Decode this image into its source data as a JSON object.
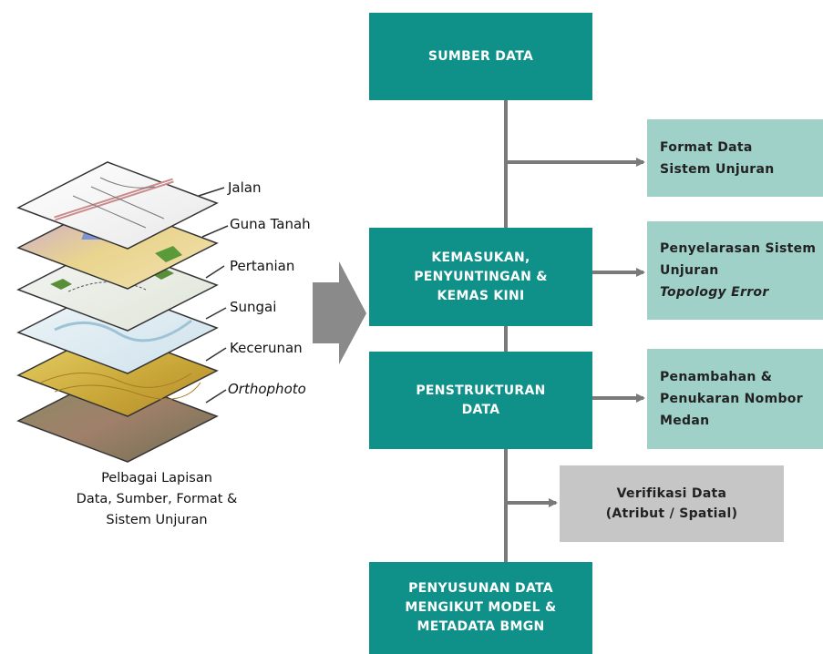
{
  "layers": {
    "labels": [
      "Jalan",
      "Guna Tanah",
      "Pertanian",
      "Sungai",
      "Kecerunan",
      "Orthophoto"
    ],
    "caption": [
      "Pelbagai Lapisan",
      "Data, Sumber, Format &",
      "Sistem Unjuran"
    ]
  },
  "flow": {
    "sumber": "SUMBER DATA",
    "kemasukan": [
      "KEMASUKAN,",
      "PENYUNTINGAN &",
      "KEMAS KINI"
    ],
    "penstrukturan": [
      "PENSTRUKTURAN",
      "DATA"
    ],
    "penyusunan": [
      "PENYUSUNAN DATA",
      "MENGIKUT MODEL &",
      "METADATA BMGN"
    ]
  },
  "side": {
    "format": [
      "Format Data",
      "Sistem Unjuran"
    ],
    "penyelarasan": [
      "Penyelarasan Sistem",
      "Unjuran",
      "Topology Error"
    ],
    "penambahan": [
      "Penambahan &",
      "Penukaran Nombor",
      "Medan"
    ],
    "verifikasi": [
      "Verifikasi Data",
      "(Atribut / Spatial)"
    ]
  },
  "colors": {
    "teal": "#0f9089",
    "light_teal": "#9fd1c9",
    "grey_box": "#c6c6c6",
    "connector": "#7a7a7a"
  }
}
